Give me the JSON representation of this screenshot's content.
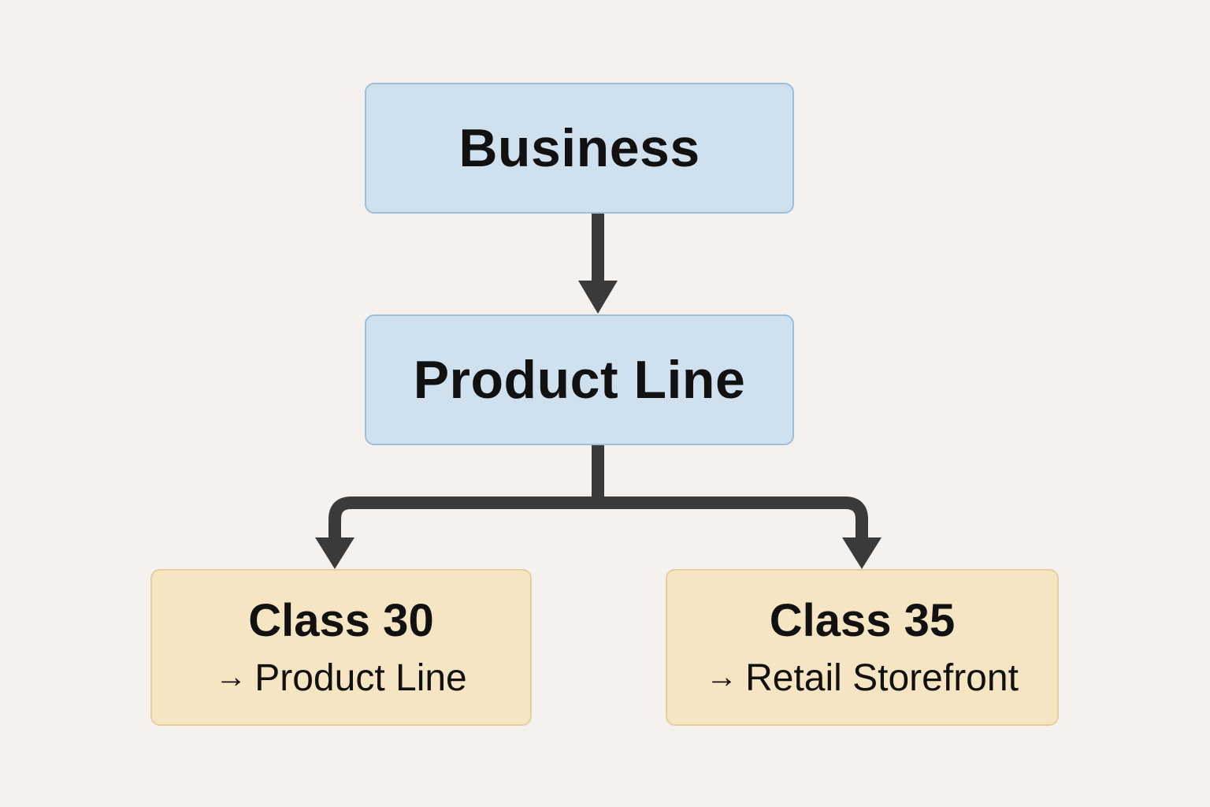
{
  "diagram": {
    "nodes": {
      "business": {
        "label": "Business"
      },
      "product_line": {
        "label": "Product Line"
      },
      "class_30": {
        "title": "Class 30",
        "arrow": "→",
        "detail": "Product Line"
      },
      "class_35": {
        "title": "Class 35",
        "arrow": "→",
        "detail": "Retail Storefront"
      }
    },
    "edges": [
      {
        "from": "Business",
        "to": "Product Line"
      },
      {
        "from": "Product Line",
        "to": "Class 30"
      },
      {
        "from": "Product Line",
        "to": "Class 35"
      }
    ],
    "colors": {
      "background": "#f4f1ee",
      "top_node_fill": "#cfe0ee",
      "top_node_border": "#9fbfd9",
      "leaf_node_fill": "#f6e5c3",
      "leaf_node_border": "#e6cf9c",
      "connector": "#3a3a3a",
      "text": "#111111"
    }
  }
}
